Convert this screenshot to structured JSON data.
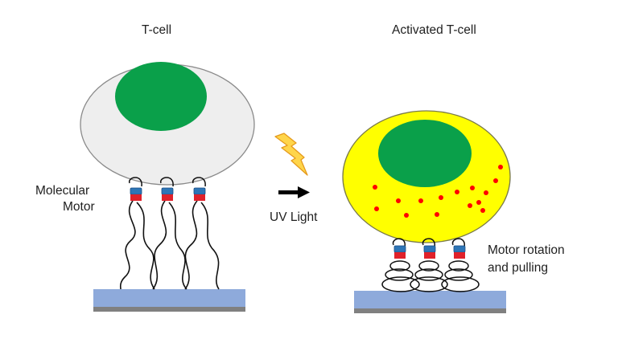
{
  "labels": {
    "left_title": "T-cell",
    "right_title": "Activated T-cell",
    "molecular_motor_line1": "Molecular",
    "molecular_motor_line2": "Motor",
    "uv_light": "UV Light",
    "motor_rotation_line1": "Motor rotation",
    "motor_rotation_line2": "and pulling"
  },
  "colors": {
    "resting_cell": "#eeeeee",
    "activated_cell": "#ffff00",
    "nucleus": "#0aa04a",
    "substrate": "#8eaadb",
    "substrate_edge": "#808080",
    "motor_cap": "#2e75b6",
    "motor_base": "#e0212a",
    "red_dots": "#ff0000",
    "lightning": "#ffd54a"
  },
  "icons": {
    "lightning": "lightning-bolt-icon",
    "arrow": "right-arrow-icon"
  }
}
